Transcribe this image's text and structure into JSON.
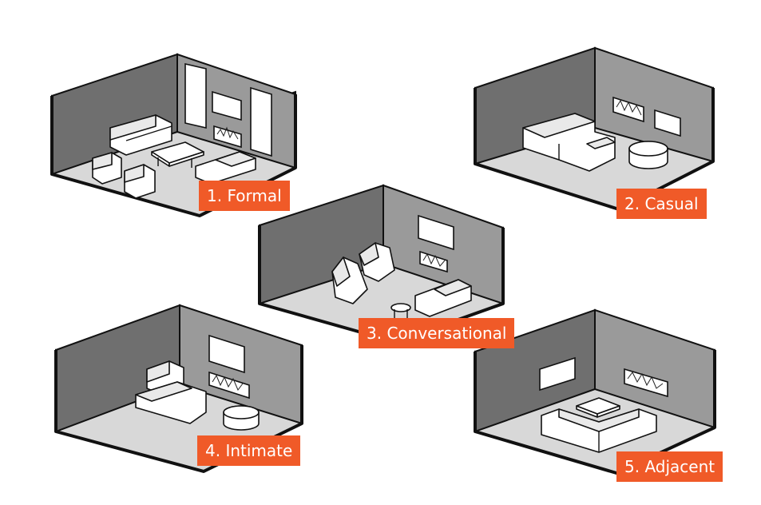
{
  "colors": {
    "accent": "#f05a28",
    "floor": "#d8d8d8",
    "left_wall": "#6f6f6f",
    "back_wall": "#9a9a9a",
    "outline": "#111111"
  },
  "rooms": [
    {
      "id": "formal",
      "label": "1. Formal"
    },
    {
      "id": "casual",
      "label": "2. Casual"
    },
    {
      "id": "conversational",
      "label": "3. Conversational"
    },
    {
      "id": "intimate",
      "label": "4. Intimate"
    },
    {
      "id": "adjacent",
      "label": "5. Adjacent"
    }
  ]
}
